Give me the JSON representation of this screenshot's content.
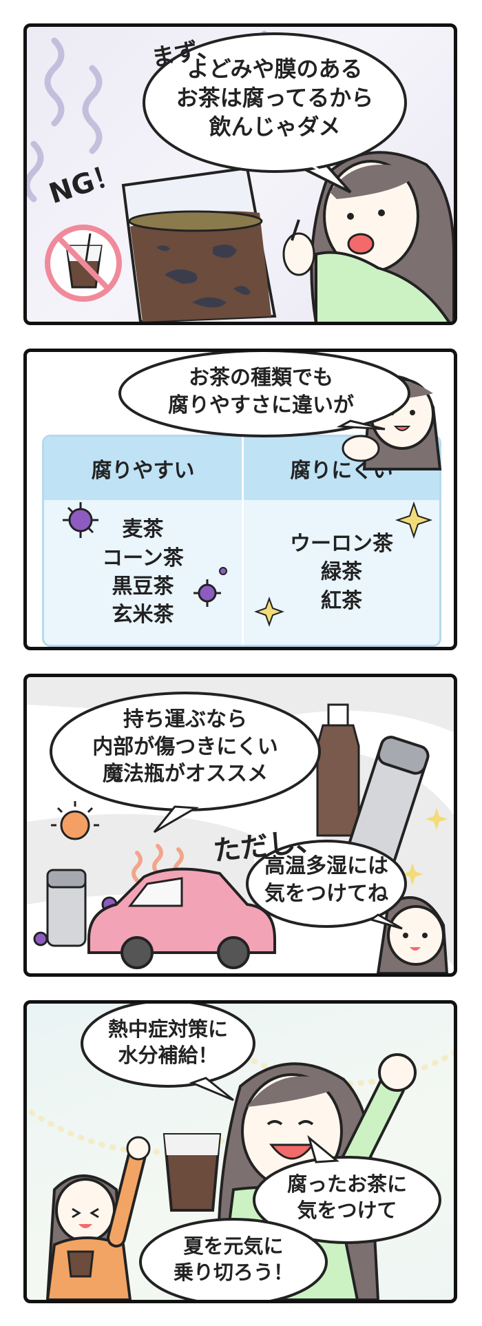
{
  "panel1": {
    "sfx_mazu": "まず、",
    "sfx_ng": "NG！",
    "speech": [
      "よどみや膜のある",
      "お茶は腐ってるから",
      "飲んじゃダメ"
    ]
  },
  "panel2": {
    "speech": [
      "お茶の種類でも",
      "腐りやすさに違いが"
    ],
    "table": {
      "header_left": "腐りやすい",
      "header_right": "腐りにくい",
      "left_items": [
        "麦茶",
        "コーン茶",
        "黒豆茶",
        "玄米茶"
      ],
      "right_items": [
        "ウーロン茶",
        "緑茶",
        "紅茶"
      ]
    }
  },
  "panel3": {
    "speech": [
      "持ち運ぶなら",
      "内部が傷つきにくい",
      "魔法瓶がオススメ"
    ],
    "sfx_tadashi": "ただし、",
    "speech2": [
      "高温多湿には",
      "気をつけてね"
    ]
  },
  "panel4": {
    "speech": [
      "熱中症対策に",
      "水分補給！"
    ],
    "speech2": [
      "腐ったお茶に",
      "気をつけて"
    ],
    "speech3": [
      "夏を元気に",
      "乗り切ろう！"
    ]
  },
  "colors": {
    "outline": "#111111",
    "table_header": "#bfe2f5",
    "table_body": "#eaf5fc",
    "germ": "#8e5cc0",
    "sparkle": "#f2dc7a",
    "shirt": "#ccf2c4",
    "hair": "#7d7070",
    "car": "#f3a3b6"
  },
  "icons": [
    "no-drink-icon",
    "germ-icon",
    "sparkle-icon",
    "sun-icon",
    "heat-wave-icon"
  ]
}
